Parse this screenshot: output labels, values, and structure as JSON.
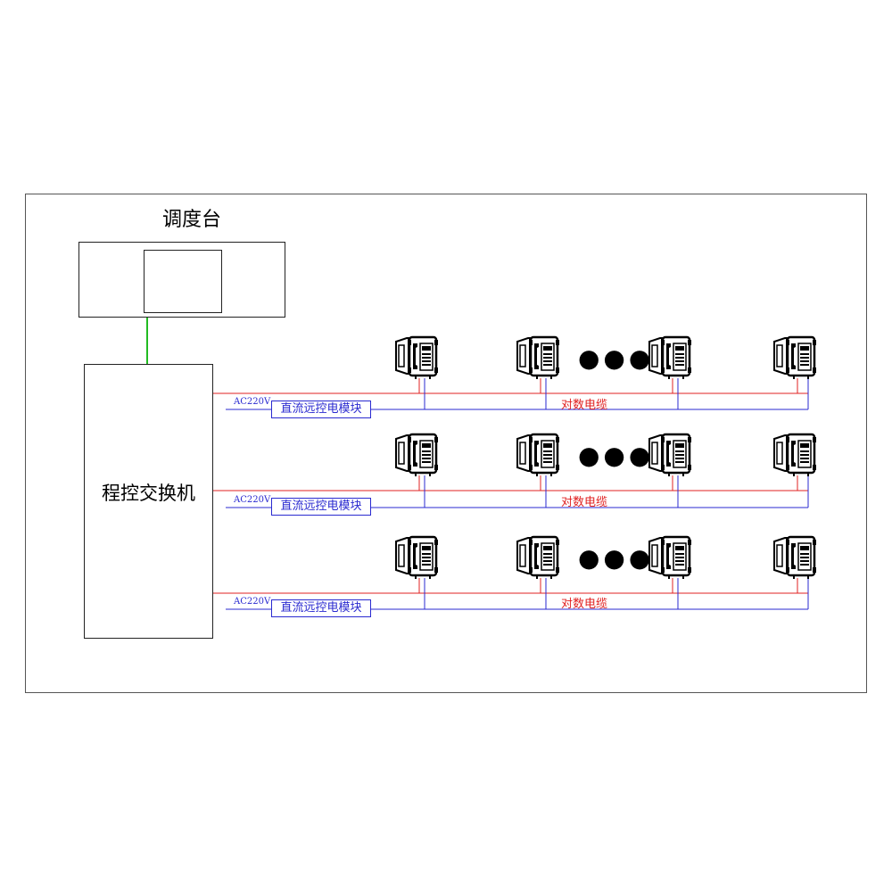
{
  "console": {
    "title": "调度台"
  },
  "pbx": {
    "label": "程控交换机"
  },
  "rows": [
    {
      "ac_label": "AC220V",
      "dc_module": "直流远控电模块",
      "cable_label": "对数电缆",
      "ellipsis": "●●●"
    },
    {
      "ac_label": "AC220V",
      "dc_module": "直流远控电模块",
      "cable_label": "对数电缆",
      "ellipsis": "●●●"
    },
    {
      "ac_label": "AC220V",
      "dc_module": "直流远控电模块",
      "cable_label": "对数电缆",
      "ellipsis": "●●●"
    }
  ],
  "colors": {
    "power_line": "#e02020",
    "dc_line": "#2a2ad0",
    "console_link": "#22bb22",
    "outline": "#222222"
  },
  "icons": {
    "console_phone": "desk-telephone-icon",
    "field_phone": "explosion-proof-telephone-icon"
  }
}
